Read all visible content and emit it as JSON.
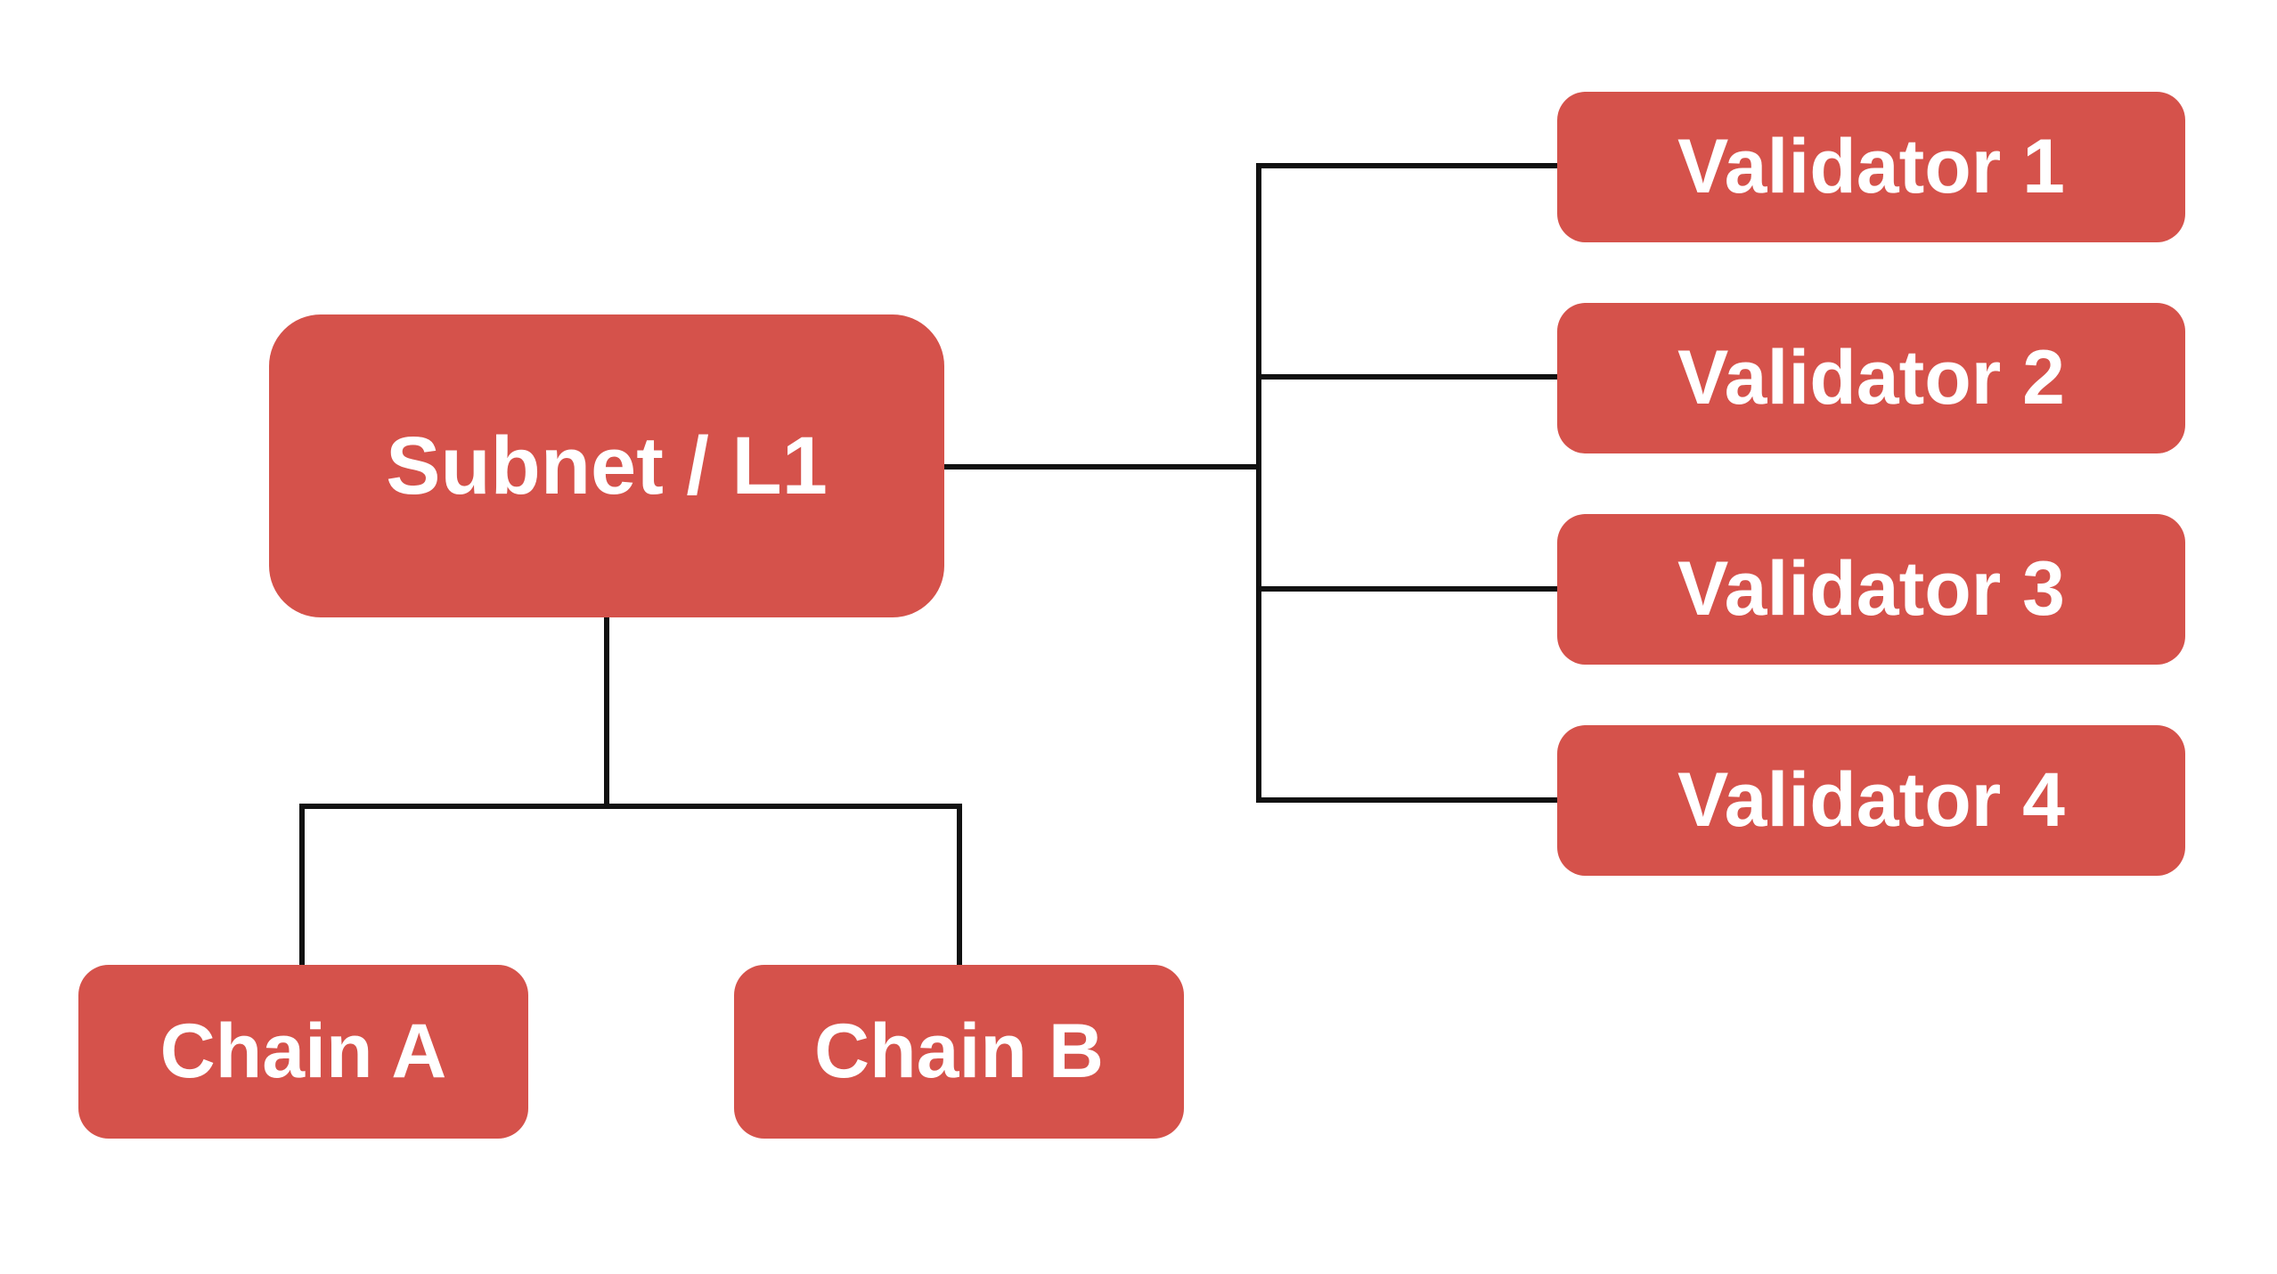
{
  "diagram": {
    "colors": {
      "background": "#ffffff",
      "node_fill": "#d5524b",
      "node_text": "#ffffff",
      "connector": "#111111"
    },
    "nodes": {
      "subnet": {
        "label": "Subnet / L1"
      },
      "chain_a": {
        "label": "Chain A"
      },
      "chain_b": {
        "label": "Chain B"
      },
      "validators": [
        {
          "label": "Validator 1"
        },
        {
          "label": "Validator 2"
        },
        {
          "label": "Validator 3"
        },
        {
          "label": "Validator 4"
        }
      ]
    }
  }
}
